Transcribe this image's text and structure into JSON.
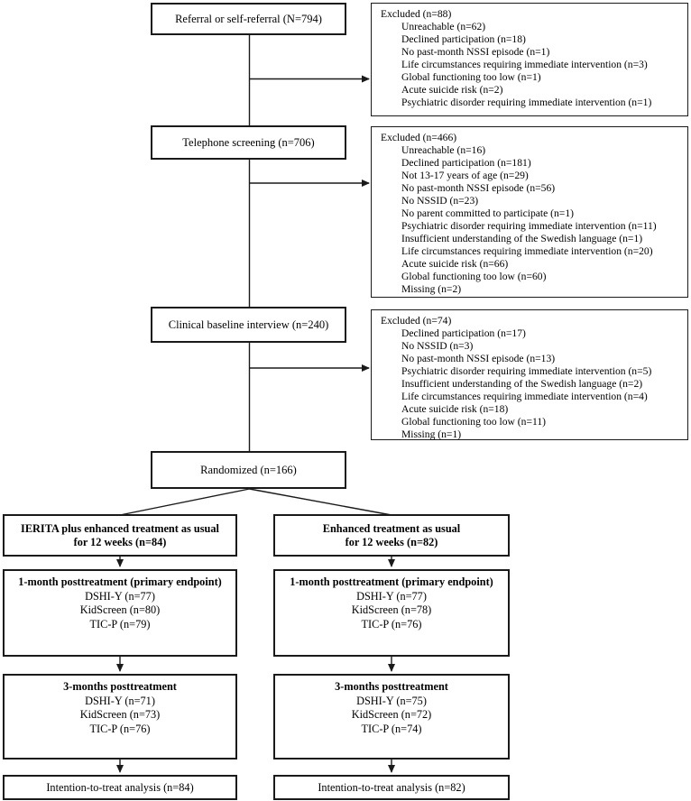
{
  "figure": {
    "type": "consort-flow-diagram",
    "colors": {
      "line": "#1a1a1a",
      "box_border": "#1a1a1a",
      "text": "#000000",
      "background": "#ffffff"
    }
  },
  "main_flow": {
    "referral": "Referral or self-referral (N=794)",
    "telephone": "Telephone screening (n=706)",
    "clinical": "Clinical baseline interview (n=240)",
    "randomized": "Randomized (n=166)"
  },
  "excluded_boxes": [
    {
      "title": "Excluded (n=88)",
      "items": [
        "Unreachable (n=62)",
        "Declined participation (n=18)",
        "No past-month NSSI episode (n=1)",
        "Life circumstances requiring immediate intervention (n=3)",
        "Global functioning too low (n=1)",
        "Acute suicide risk (n=2)",
        "Psychiatric disorder requiring immediate intervention (n=1)"
      ]
    },
    {
      "title": "Excluded (n=466)",
      "items": [
        "Unreachable (n=16)",
        "Declined participation (n=181)",
        "Not 13-17 years of age (n=29)",
        "No past-month NSSI episode (n=56)",
        "No NSSID (n=23)",
        "No parent committed to participate (n=1)",
        "Psychiatric disorder requiring immediate intervention (n=11)",
        "Insufficient understanding of the Swedish language (n=1)",
        "Life circumstances requiring immediate intervention (n=20)",
        "Acute suicide risk (n=66)",
        "Global functioning too low (n=60)",
        "Missing (n=2)"
      ]
    },
    {
      "title": "Excluded (n=74)",
      "items": [
        "Declined participation (n=17)",
        "No NSSID (n=3)",
        "No past-month NSSI episode (n=13)",
        "Psychiatric disorder requiring immediate intervention (n=5)",
        "Insufficient understanding of the Swedish language (n=2)",
        "Life circumstances requiring immediate intervention (n=4)",
        "Acute suicide risk (n=18)",
        "Global functioning too low (n=11)",
        "Missing (n=1)"
      ]
    }
  ],
  "arms": [
    {
      "allocation_line1": "IERITA plus enhanced treatment as usual",
      "allocation_line2": "for 12 weeks (n=84)",
      "one_month": {
        "title": "1-month posttreatment (primary endpoint)",
        "measures": [
          "DSHI-Y (n=77)",
          "KidScreen (n=80)",
          "TIC-P (n=79)"
        ]
      },
      "three_months": {
        "title": "3-months posttreatment",
        "measures": [
          "DSHI-Y (n=71)",
          "KidScreen (n=73)",
          "TIC-P (n=76)"
        ]
      },
      "itt": "Intention-to-treat analysis (n=84)"
    },
    {
      "allocation_line1": "Enhanced treatment as usual",
      "allocation_line2": "for 12 weeks (n=82)",
      "one_month": {
        "title": "1-month posttreatment (primary endpoint)",
        "measures": [
          "DSHI-Y (n=77)",
          "KidScreen (n=78)",
          "TIC-P (n=76)"
        ]
      },
      "three_months": {
        "title": "3-months posttreatment",
        "measures": [
          "DSHI-Y (n=75)",
          "KidScreen (n=72)",
          "TIC-P (n=74)"
        ]
      },
      "itt": "Intention-to-treat analysis (n=82)"
    }
  ]
}
